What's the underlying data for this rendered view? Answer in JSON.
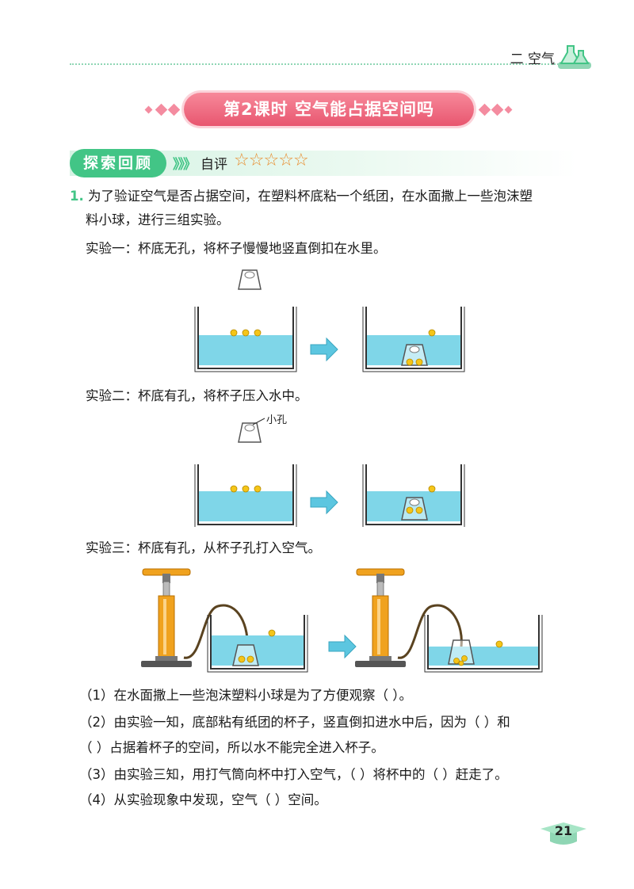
{
  "header": {
    "chapter": "二  空气"
  },
  "title": "第2课时    空气能占据空间吗",
  "section": {
    "tag": "探索回顾",
    "arrows": "》》》",
    "self_eval": "自评",
    "stars": [
      "☆",
      "☆",
      "☆",
      "☆",
      "☆"
    ]
  },
  "question1": {
    "number": "1.",
    "intro_line1": "为了验证空气是否占据空间，在塑料杯底粘一个纸团，在水面撒上一些泡沫塑",
    "intro_line2": "料小球，进行三组实验。",
    "exp1": "实验一：杯底无孔，将杯子慢慢地竖直倒扣在水里。",
    "exp2": "实验二：杯底有孔，将杯子压入水中。",
    "hole_label": "小孔",
    "exp3": "实验三：杯底有孔，从杯子孔打入空气。",
    "sub1": "（1）在水面撒上一些泡沫塑料小球是为了方便观察（                    ）。",
    "sub2_line1": "（2）由实验一知，底部粘有纸团的杯子，竖直倒扣进水中后，因为（        ）和",
    "sub2_line2": "（        ）占据着杯子的空间，所以水不能完全进入杯子。",
    "sub3": "（3）由实验三知，用打气筒向杯中打入空气，（        ）将杯中的（        ）赶走了。",
    "sub4": "（4）从实验现象中发现，空气（        ）空间。"
  },
  "page_number": "21",
  "colors": {
    "accent_green": "#42c586",
    "title_pink": "#e8566f",
    "water": "#7fd6e8",
    "pump_orange": "#f0a21e",
    "ball": "#f5c518",
    "star": "#e98a2a"
  }
}
